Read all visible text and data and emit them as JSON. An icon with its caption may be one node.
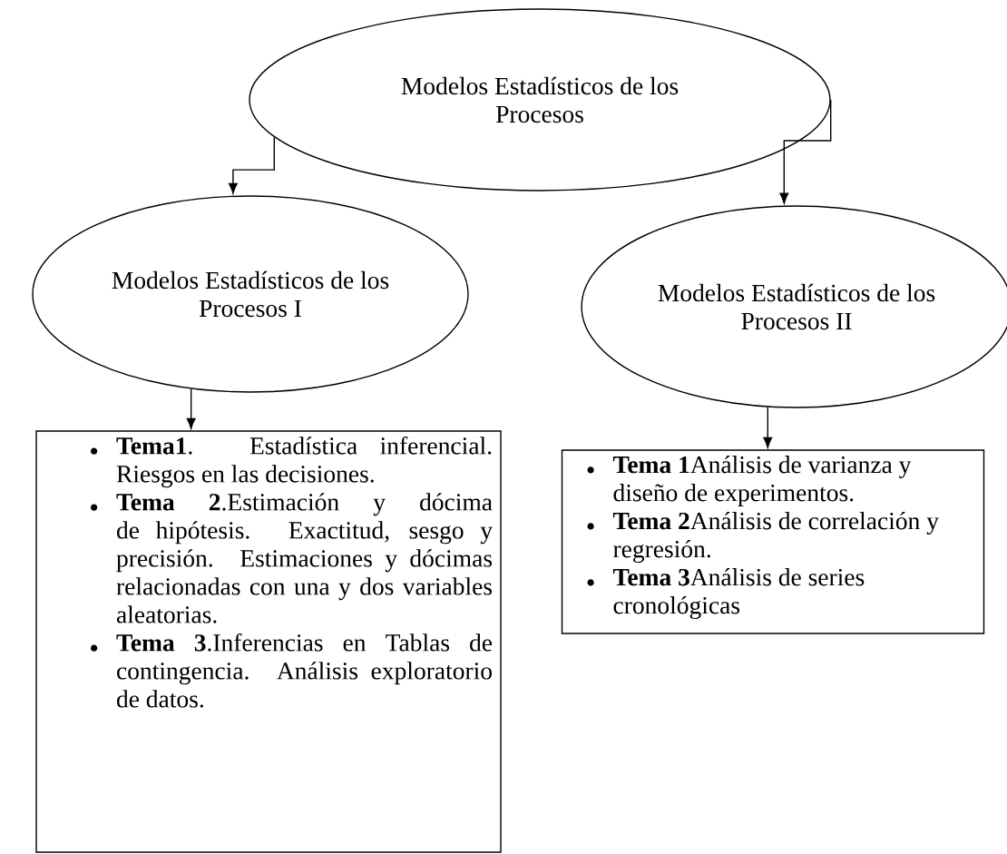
{
  "diagram": {
    "nodes": [
      {
        "text": [
          "Modelos Estadísticos de los Procesos"
        ]
      },
      {
        "text": [
          "Modelos Estadísticos de los Procesos I"
        ]
      },
      {
        "text": [
          "Modelos Estadísticos de los Procesos II"
        ]
      },
      {
        "text": [
          "**Tema1**. Estadística inferencial. Riesgos en las decisiones.",
          "**Tema 2**.Estimación y dócima de hipótesis. Exactitud, sesgo y precisión. Estimaciones y dócimas relacionadas con una y dos variables aleatorias.",
          "**Tema 3**.Inferencias en Tablas de contingencia. Análisis exploratorio de datos."
        ]
      },
      {
        "text": [
          "**Tema 1**Análisis de varianza y diseño de experimentos.",
          "**Tema 2**Análisis de correlación y regresión.",
          "**Tema 3**Análisis de series cronológicas"
        ]
      }
    ],
    "edges": [
      {
        "from": 0,
        "to": 1,
        "arrow": "to"
      },
      {
        "from": 0,
        "to": 2,
        "arrow": "to"
      },
      {
        "from": 1,
        "to": 3,
        "arrow": "to"
      },
      {
        "from": 2,
        "to": 4,
        "arrow": "to"
      }
    ]
  }
}
